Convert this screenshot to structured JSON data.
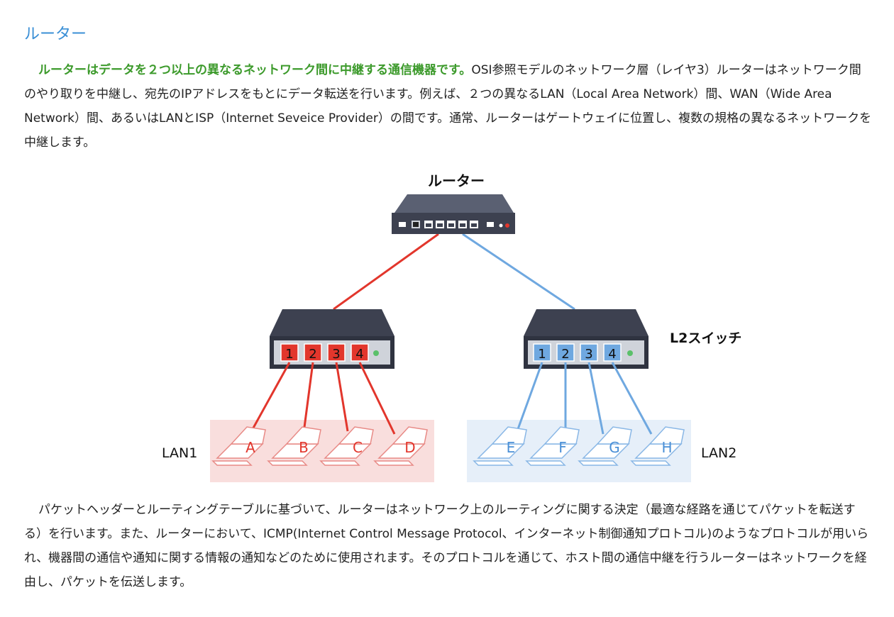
{
  "heading": "ルーター",
  "paragraph1": {
    "lead": "ルーターはデータを２つ以上の異なるネットワーク間に中継する通信機器です。",
    "body": "OSI参照モデルのネットワーク層（レイヤ3）ルーターはネットワーク間のやり取りを中継し、宛先のIPアドレスをもとにデータ転送を行います。例えば、２つの異なるLAN（Local Area Network）間、WAN（Wide Area Network）間、あるいはLANとISP（Internet Seveice Provider）の間です。通常、ルーターはゲートウェイに位置し、複数の規格の異なるネットワークを中継します。"
  },
  "diagram": {
    "router_label": "ルーター",
    "switch_label": "L2スイッチ",
    "lan1_label": "LAN1",
    "lan2_label": "LAN2",
    "ports_left": [
      "1",
      "2",
      "3",
      "4"
    ],
    "ports_right": [
      "1",
      "2",
      "3",
      "4"
    ],
    "hosts_lan1": [
      "A",
      "B",
      "C",
      "D"
    ],
    "hosts_lan2": [
      "E",
      "F",
      "G",
      "H"
    ],
    "colors": {
      "red": "#e2362c",
      "blue": "#6fa8e0",
      "lan1_bg": "#f9dedd",
      "lan2_bg": "#e6eff9",
      "device": "#3d4150"
    }
  },
  "paragraph2": "パケットヘッダーとルーティングテーブルに基づいて、ルーターはネットワーク上のルーティングに関する決定（最適な経路を通じてパケットを転送する）を行います。また、ルーターにおいて、ICMP(Internet Control Message Protocol、インターネット制御通知プロトコル)のようなプロトコルが用いられ、機器間の通信や通知に関する情報の通知などのために使用されます。そのプロトコルを通じて、ホスト間の通信中継を行うルーターはネットワークを経由し、パケットを伝送します。"
}
